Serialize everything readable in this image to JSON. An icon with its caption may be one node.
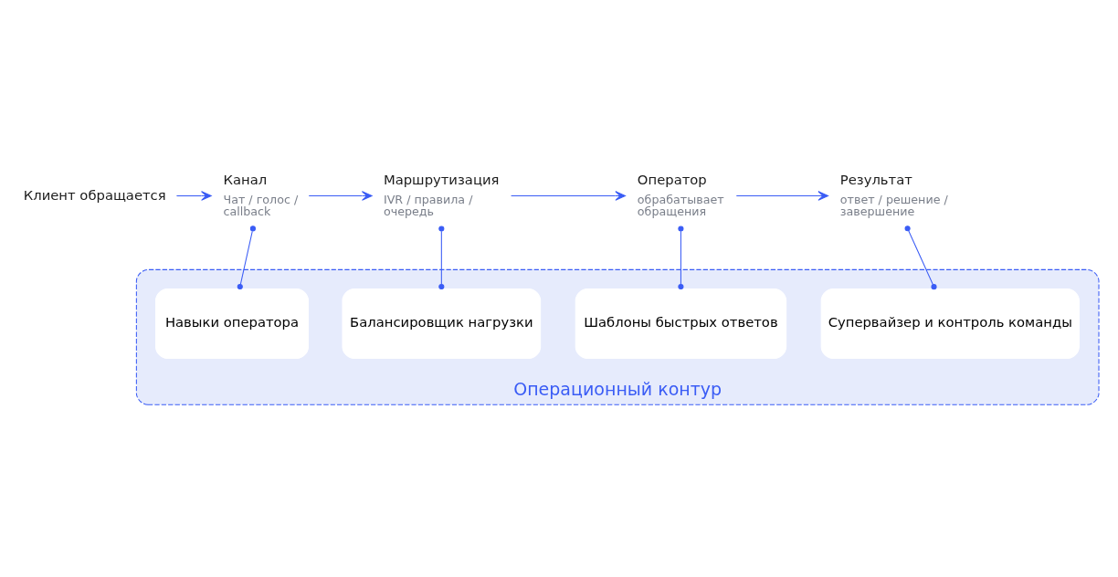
{
  "diagram": {
    "nodes": [
      {
        "text": [
          "Клиент обращается"
        ]
      },
      {
        "text": [
          "Канал",
          "Чат / голос / callback"
        ]
      },
      {
        "text": [
          "Маршрутизация",
          "IVR / правила / очередь"
        ]
      },
      {
        "text": [
          "Оператор",
          "обрабатывает обращения"
        ]
      },
      {
        "text": [
          "Результат",
          "ответ / решение / завершение"
        ]
      },
      {
        "text": [
          "Операционный контур"
        ]
      },
      {
        "text": [
          "Навыки оператора"
        ],
        "in": 5
      },
      {
        "text": [
          "Балансировщик нагрузки"
        ],
        "in": 5
      },
      {
        "text": [
          "Шаблоны быстрых ответов"
        ],
        "in": 5
      },
      {
        "text": [
          "Супервайзер и контроль команды"
        ],
        "in": 5
      }
    ],
    "edges": [
      {
        "from": 0,
        "to": 1,
        "arrow": "to"
      },
      {
        "from": 1,
        "to": 2,
        "arrow": "to"
      },
      {
        "from": 2,
        "to": 3,
        "arrow": "to"
      },
      {
        "from": 3,
        "to": 4,
        "arrow": "to"
      },
      {
        "from": 1,
        "to": 6,
        "arrow": "other"
      },
      {
        "from": 2,
        "to": 7,
        "arrow": "other"
      },
      {
        "from": 3,
        "to": 8,
        "arrow": "other"
      },
      {
        "from": 4,
        "to": 9,
        "arrow": "other"
      }
    ]
  }
}
